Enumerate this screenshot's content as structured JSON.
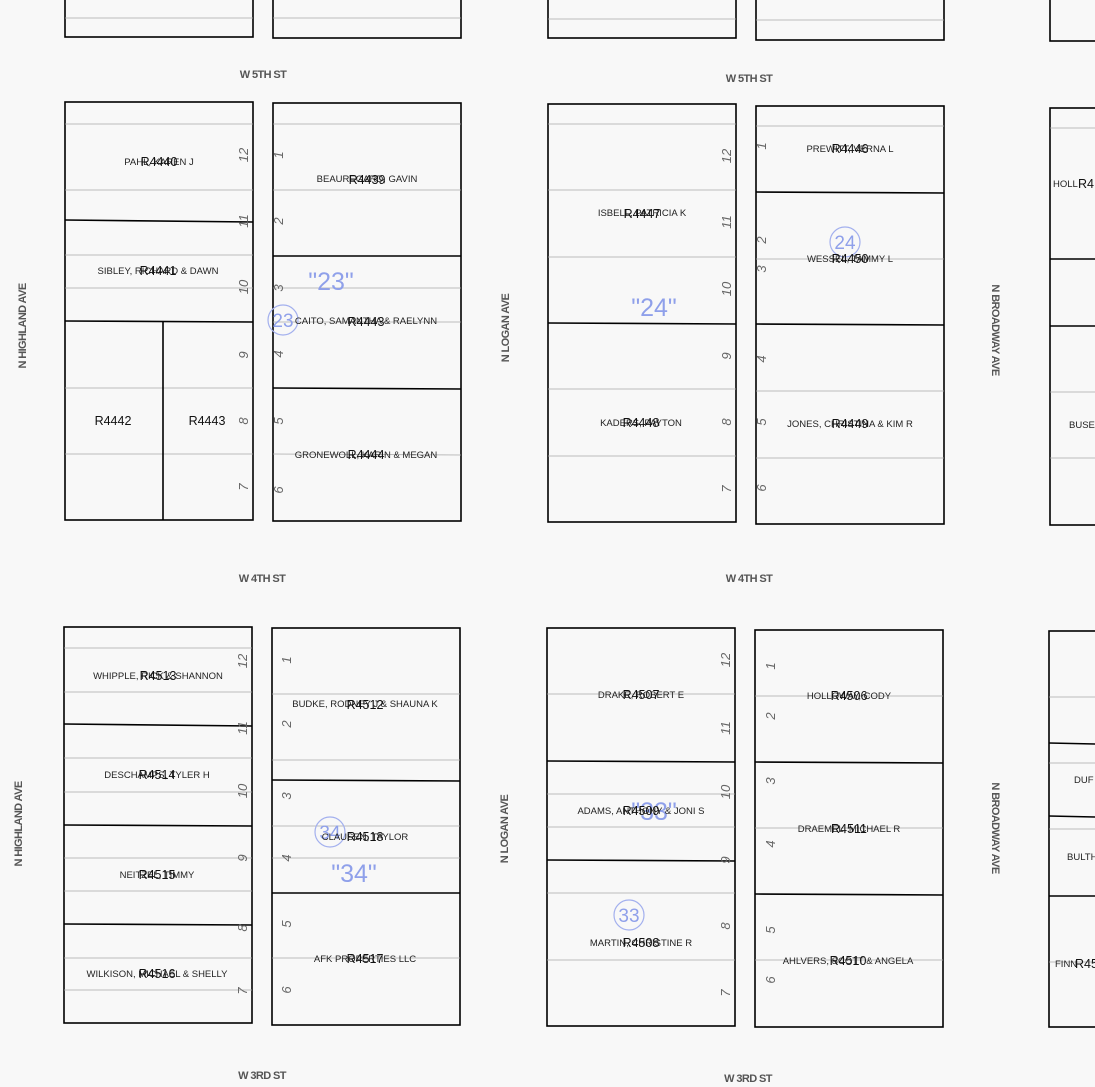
{
  "streets": {
    "w5th": "W 5TH ST",
    "w4th": "W 4TH ST",
    "w3rd": "W 3RD ST",
    "highland": "N HIGHLAND AVE",
    "logan": "N LOGAN AVE",
    "broadway": "N BROADWAY AVE"
  },
  "block_labels": {
    "b23": "\"23\"",
    "b24": "\"24\"",
    "b34": "\"34\"",
    "b33": "\"33\""
  },
  "circle_labels": {
    "c23": "23",
    "c24": "24",
    "c34": "34",
    "c33": "33"
  },
  "parcels": {
    "r4440": {
      "id": "R4440",
      "owner": "PAHL, KAREN J"
    },
    "r4441": {
      "id": "R4441",
      "owner": "SIBLEY, RICHARD & DAWN"
    },
    "r4442": {
      "id": "R4442",
      "owner": ""
    },
    "r4443": {
      "id": "R4443",
      "owner": ""
    },
    "r4439": {
      "id": "R4439",
      "owner": "BEAUREGARD, GAVIN"
    },
    "r4443b": {
      "id": "R4443",
      "owner": "CAITO, SAMANTHA & RAELYNN"
    },
    "r4444": {
      "id": "R4444",
      "owner": "GRONEWOLL, KARIN & MEGAN"
    },
    "r4447": {
      "id": "R4447",
      "owner": "ISBELL, PATRICIA K"
    },
    "r4448": {
      "id": "R4448",
      "owner": "KADERS, PAYTON"
    },
    "r4446": {
      "id": "R4446",
      "owner": "PREWITT, VERNA L"
    },
    "r4450": {
      "id": "R4450",
      "owner": "WESSEL, TAMMY L"
    },
    "r4449": {
      "id": "R4449",
      "owner": "JONES, CHRISTINA & KIM R"
    },
    "r4513": {
      "id": "R4513",
      "owner": "WHIPPLE, RICK & SHANNON"
    },
    "r4514": {
      "id": "R4514",
      "owner": "DESCHAMPS, TYLER H"
    },
    "r4515": {
      "id": "R4515",
      "owner": "NEITZEL, TIMMY"
    },
    "r4516": {
      "id": "R4516",
      "owner": "WILKISON, MICHAEL & SHELLY"
    },
    "r4512": {
      "id": "R4512",
      "owner": "BUDKE, RODNEY J & SHAUNA K"
    },
    "r4518": {
      "id": "R4518",
      "owner": "CLAUSEN, TAYLOR"
    },
    "r4517": {
      "id": "R4517",
      "owner": "AFK PROPERTIES LLC"
    },
    "r4507": {
      "id": "R4507",
      "owner": "DRAKE, ROBERT E"
    },
    "r4509": {
      "id": "R4509",
      "owner": "ADAMS, ANTHONY & JONI S"
    },
    "r4508": {
      "id": "R4508",
      "owner": "MARTIN, CHRISTINE R"
    },
    "r4506": {
      "id": "R4506",
      "owner": "HOLLOWAY, CODY"
    },
    "r4511": {
      "id": "R4511",
      "owner": "DRAEMEL, MICHAEL R"
    },
    "r4510": {
      "id": "R4510",
      "owner": "AHLVERS, SCOTT & ANGELA"
    }
  },
  "edge_labels": {
    "holl": "HOLL",
    "holl_id": "R4",
    "buse": "BUSE",
    "duf": "DUF",
    "bulth": "BULTH",
    "finn": "FINN",
    "finn_id": "R45"
  },
  "lot_numbers": [
    "1",
    "2",
    "3",
    "4",
    "5",
    "6",
    "7",
    "8",
    "9",
    "10",
    "11",
    "12"
  ]
}
